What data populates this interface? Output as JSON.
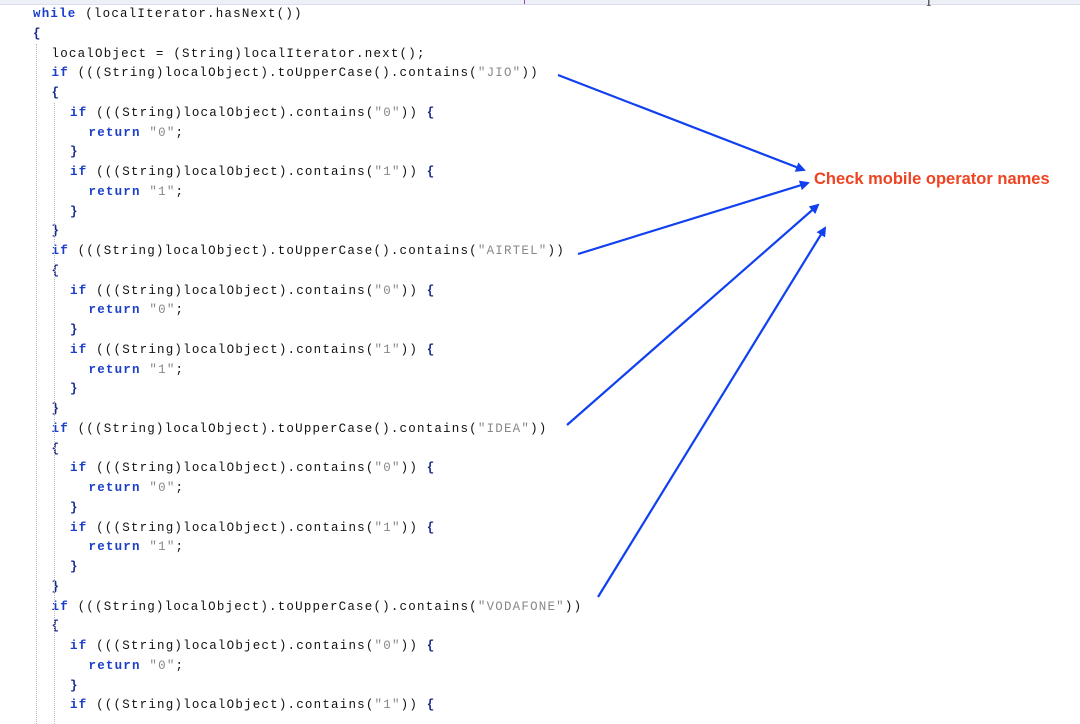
{
  "annotation": {
    "label": "Check mobile operator names",
    "color": "#ee4422",
    "arrow_color": "#1040f0"
  },
  "code": {
    "while_line": "while (localIterator.hasNext())",
    "assign_line": "localObject = (String)localIterator.next();",
    "operators": [
      "JIO",
      "AIRTEL",
      "IDEA",
      "VODAFONE"
    ],
    "cond_prefix": "(((String)localObject).toUpperCase().contains(",
    "inner_prefix": "(((String)localObject).contains(",
    "values": [
      "0",
      "1"
    ],
    "kw_while": "while",
    "kw_if": "if",
    "kw_return": "return"
  }
}
